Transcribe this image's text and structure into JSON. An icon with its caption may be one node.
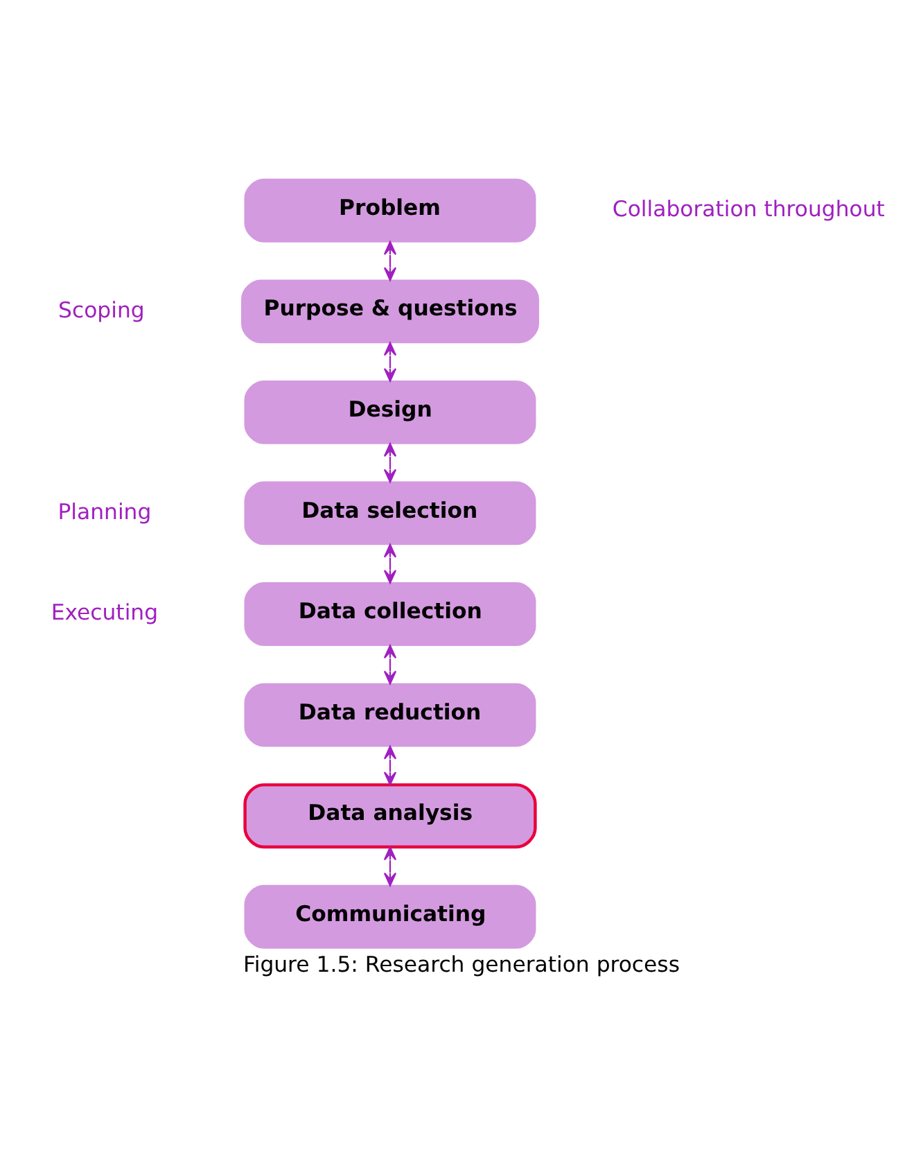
{
  "diagram": {
    "caption": "Figure 1.5: Research generation process",
    "nodes": [
      {
        "text": [
          "Problem"
        ]
      },
      {
        "text": [
          "Purpose & questions"
        ]
      },
      {
        "text": [
          "Design"
        ]
      },
      {
        "text": [
          "Data selection"
        ]
      },
      {
        "text": [
          "Data collection"
        ]
      },
      {
        "text": [
          "Data reduction"
        ]
      },
      {
        "text": [
          "Data analysis"
        ]
      },
      {
        "text": [
          "Communicating"
        ]
      }
    ],
    "edges": [
      {
        "from": 0,
        "to": 1,
        "arrow": "both"
      },
      {
        "from": 1,
        "to": 2,
        "arrow": "both"
      },
      {
        "from": 2,
        "to": 3,
        "arrow": "both"
      },
      {
        "from": 3,
        "to": 4,
        "arrow": "both"
      },
      {
        "from": 4,
        "to": 5,
        "arrow": "both"
      },
      {
        "from": 5,
        "to": 6,
        "arrow": "both"
      },
      {
        "from": 6,
        "to": 7,
        "arrow": "both"
      }
    ],
    "labels": [
      "Collaboration throughout",
      "Scoping",
      "Planning",
      "Executing"
    ]
  }
}
